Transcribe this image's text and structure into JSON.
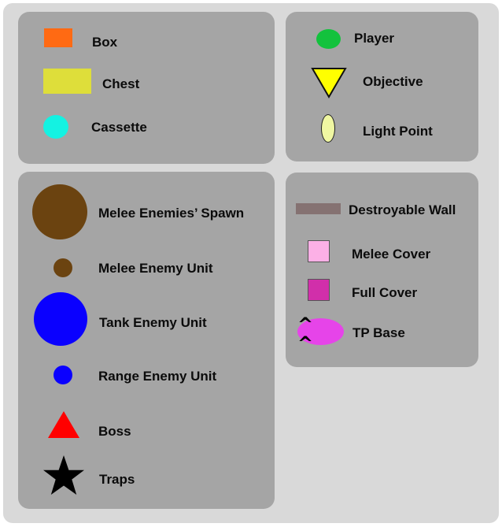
{
  "legend": {
    "items_panel": {
      "box": "Box",
      "chest": "Chest",
      "cassette": "Cassette"
    },
    "player_panel": {
      "player": "Player",
      "objective": "Objective",
      "light_point": "Light Point"
    },
    "enemies_panel": {
      "melee_spawn": "Melee Enemies’ Spawn",
      "melee_unit": "Melee Enemy Unit",
      "tank_unit": "Tank Enemy Unit",
      "range_unit": "Range Enemy Unit",
      "boss": "Boss",
      "traps": "Traps"
    },
    "terrain_panel": {
      "destroyable_wall": "Destroyable Wall",
      "melee_cover": "Melee Cover",
      "full_cover": "Full Cover",
      "tp_base": "TP Base",
      "tp_base_glyphs": "^ ^"
    }
  },
  "colors": {
    "box": "#ff6a13",
    "chest": "#dede3a",
    "cassette": "#14f2e2",
    "player": "#13c23d",
    "objective": "#ffff00",
    "light_point": "#f0f7a2",
    "melee_spawn": "#6b4310",
    "melee_unit": "#6b4310",
    "tank_unit": "#0a00ff",
    "range_unit": "#0a00ff",
    "boss": "#ff0000",
    "traps": "#000000",
    "destroyable_wall": "#857272",
    "melee_cover": "#fcb0e6",
    "full_cover": "#d12faa",
    "tp_base": "#e644e9"
  }
}
